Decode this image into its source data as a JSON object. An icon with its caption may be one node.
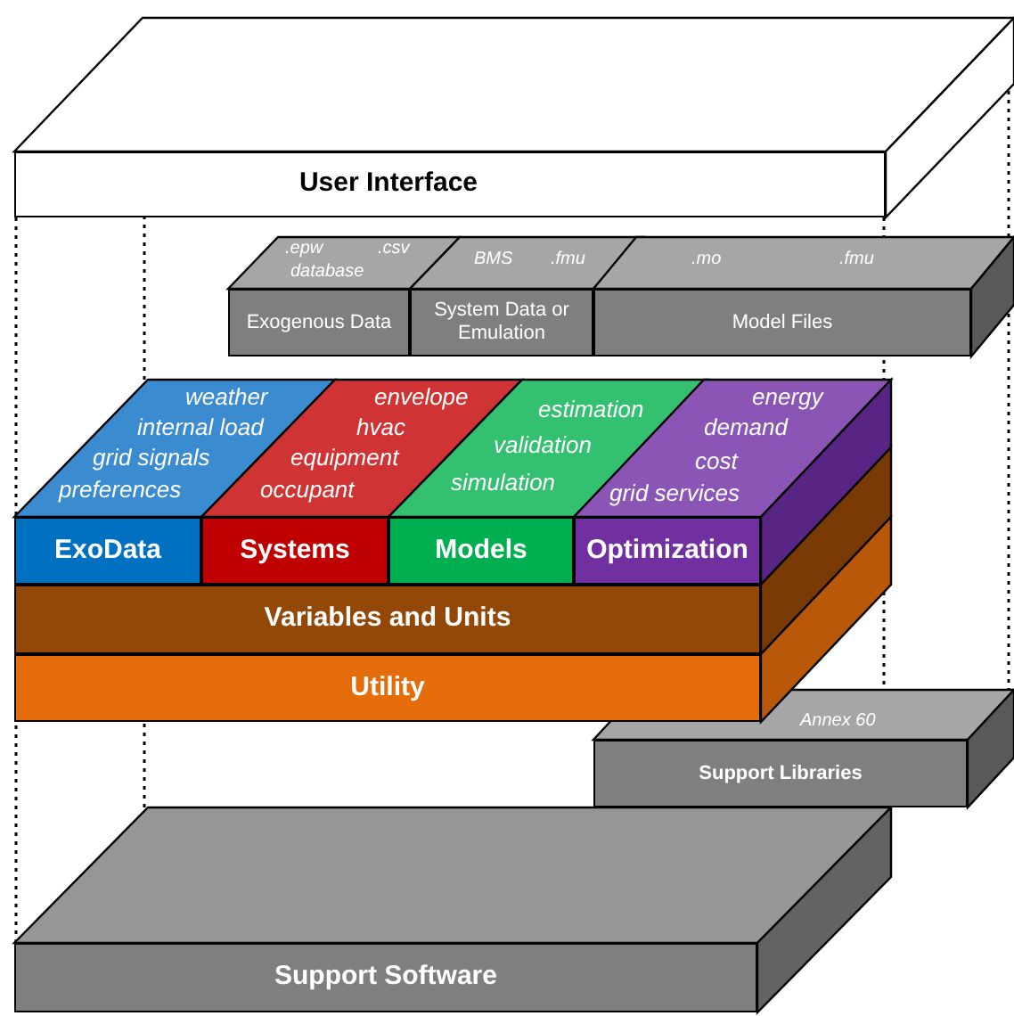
{
  "diagram": {
    "nodes": [
      {
        "text": [
          "User Interface"
        ]
      },
      {
        "text": [
          "Exogenous Data"
        ],
        "beside": [
          ".epw",
          ".csv",
          "database"
        ]
      },
      {
        "text": [
          "System Data or Emulation"
        ],
        "beside": [
          "BMS",
          ".fmu"
        ]
      },
      {
        "text": [
          "Model Files"
        ],
        "beside": [
          ".mo",
          ".fmu"
        ]
      },
      {
        "text": [
          "ExoData"
        ],
        "beside": [
          "weather",
          "internal load",
          "grid signals",
          "preferences"
        ]
      },
      {
        "text": [
          "Systems"
        ],
        "beside": [
          "envelope",
          "hvac",
          "equipment",
          "occupant"
        ]
      },
      {
        "text": [
          "Models"
        ],
        "beside": [
          "estimation",
          "validation",
          "simulation"
        ]
      },
      {
        "text": [
          "Optimization"
        ],
        "beside": [
          "energy",
          "demand",
          "cost",
          "grid services"
        ]
      },
      {
        "text": [
          "Variables and Units"
        ]
      },
      {
        "text": [
          "Utility"
        ]
      },
      {
        "text": [
          "Support Libraries"
        ],
        "beside": [
          "Annex 60"
        ]
      },
      {
        "text": [
          "Support Software"
        ]
      }
    ]
  }
}
